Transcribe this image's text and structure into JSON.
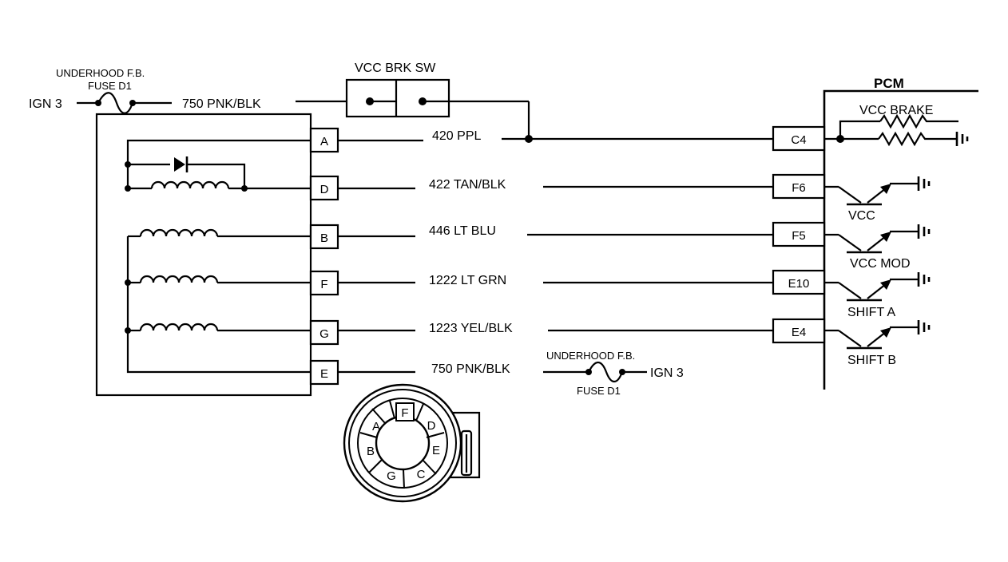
{
  "top_fuse": {
    "line1": "UNDERHOOD F.B.",
    "line2": "FUSE D1",
    "source": "IGN 3",
    "wire": "750 PNK/BLK"
  },
  "brake_switch": {
    "label": "VCC BRK SW"
  },
  "pcm": {
    "title": "PCM",
    "vcc_brake": "VCC BRAKE",
    "pins": [
      "C4",
      "F6",
      "F5",
      "E10",
      "E4"
    ],
    "drivers": [
      "VCC",
      "VCC MOD",
      "SHIFT A",
      "SHIFT B"
    ]
  },
  "connector_pins": [
    "A",
    "D",
    "B",
    "F",
    "G",
    "E"
  ],
  "wires": [
    "420 PPL",
    "422 TAN/BLK",
    "446 LT BLU",
    "1222 LT GRN",
    "1223 YEL/BLK",
    "750 PNK/BLK"
  ],
  "bottom_fuse": {
    "line1": "UNDERHOOD F.B.",
    "line2": "FUSE D1",
    "dest": "IGN 3"
  },
  "face_view": {
    "pins": [
      "F",
      "D",
      "E",
      "C",
      "G",
      "B",
      "A"
    ]
  }
}
